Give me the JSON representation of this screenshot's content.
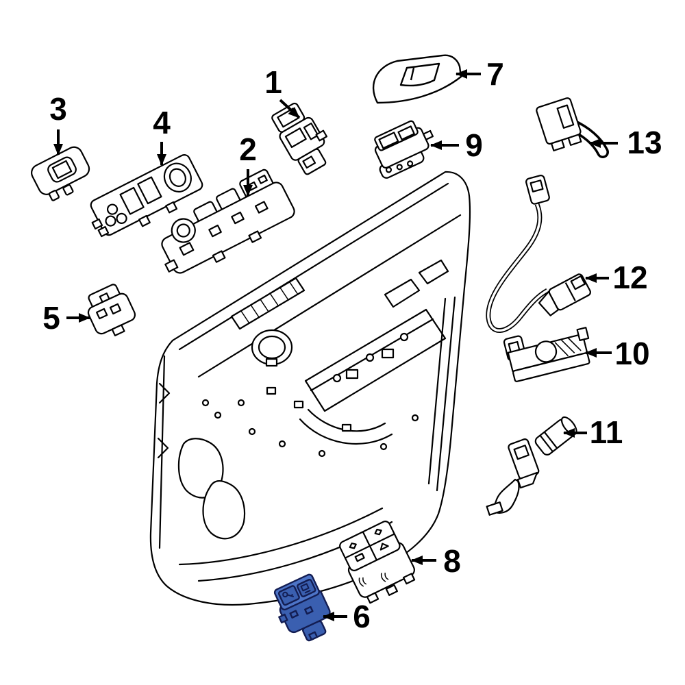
{
  "figure": {
    "type": "exploded-parts-diagram",
    "subject": "Front door interior trim panel and switch components",
    "background_color": "#ffffff",
    "line_color": "#000000",
    "highlight_fill": "#3a5fb0",
    "highlight_fill_light": "#4d74c7",
    "highlight_stroke": "#131d52",
    "highlighted_number": "6"
  },
  "callouts": [
    {
      "number": "1"
    },
    {
      "number": "2"
    },
    {
      "number": "3"
    },
    {
      "number": "4"
    },
    {
      "number": "5"
    },
    {
      "number": "6",
      "highlighted": true
    },
    {
      "number": "7"
    },
    {
      "number": "8"
    },
    {
      "number": "9"
    },
    {
      "number": "10"
    },
    {
      "number": "11"
    },
    {
      "number": "12"
    },
    {
      "number": "13"
    }
  ]
}
